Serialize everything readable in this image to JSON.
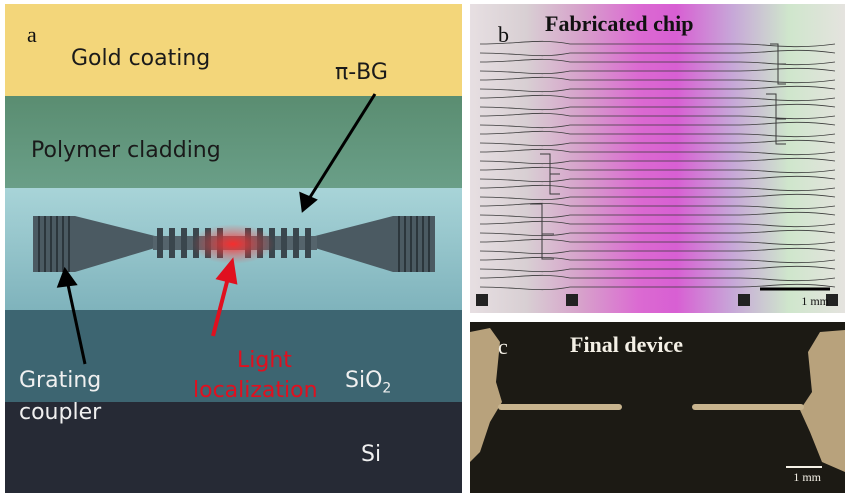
{
  "panel_a": {
    "label": "a",
    "layers": {
      "gold": "Gold coating",
      "polymer": "Polymer cladding",
      "sio2": "SiO",
      "sio2_sub": "2",
      "si": "Si"
    },
    "pi_bg": "π-BG",
    "grating_line1": "Grating",
    "grating_line2": "coupler",
    "light_line1": "Light",
    "light_line2": "localization",
    "colors": {
      "gold": "#f3d67a",
      "polymer": "#5c8f73",
      "device": "#8fbfc7",
      "sio2": "#3c6470",
      "si": "#252a35",
      "highlight": "#e0101f"
    }
  },
  "panel_b": {
    "label": "b",
    "title": "Fabricated chip",
    "scale": "1 mm"
  },
  "panel_c": {
    "label": "c",
    "title": "Final device",
    "scale": "1 mm"
  }
}
